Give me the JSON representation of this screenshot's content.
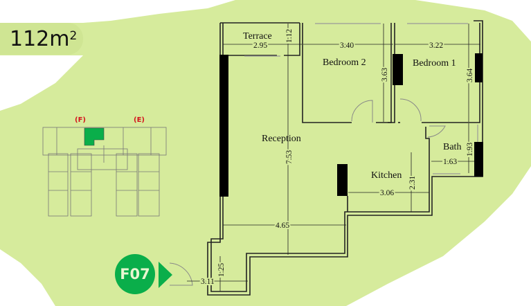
{
  "unit": {
    "area_value": "112m",
    "area_sup": "2",
    "code": "F07"
  },
  "key_plan": {
    "wing_left": "(F)",
    "wing_right": "(E)",
    "highlight_color": "#0aae4a"
  },
  "rooms": {
    "terrace": "Terrace",
    "bedroom2": "Bedroom 2",
    "bedroom1": "Bedroom 1",
    "reception": "Reception",
    "kitchen": "Kitchen",
    "bath": "Bath"
  },
  "dimensions": {
    "terrace_width": "2.95",
    "terrace_depth": "1.12",
    "bedroom2_width": "3.40",
    "bedroom2_depth": "3.63",
    "bedroom1_width": "3.22",
    "bedroom1_depth": "3.64",
    "reception_depth": "7.53",
    "reception_width": "4.65",
    "kitchen_width": "3.06",
    "kitchen_depth": "2.31",
    "bath_width": "1.63",
    "bath_depth": "1.93",
    "entry_width": "3.11",
    "entry_depth": "1.25"
  },
  "colors": {
    "background": "#d6eb9c",
    "accent": "#0aae4a",
    "wing_label": "#d4141c"
  }
}
